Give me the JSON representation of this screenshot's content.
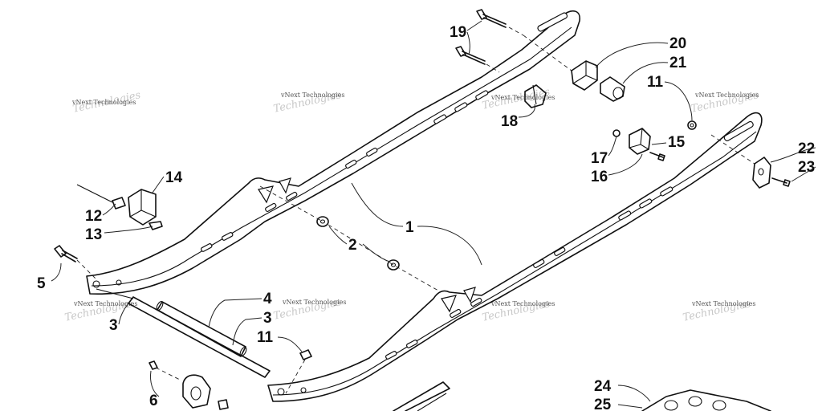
{
  "callouts": {
    "c1": "1",
    "c2": "2",
    "c3a": "3",
    "c3b": "3",
    "c4": "4",
    "c5": "5",
    "c6": "6",
    "c11a": "11",
    "c11b": "11",
    "c12": "12",
    "c13": "13",
    "c14": "14",
    "c15": "15",
    "c16": "16",
    "c17": "17",
    "c18": "18",
    "c19": "19",
    "c20": "20",
    "c21": "21",
    "c22": "22",
    "c23": "23",
    "c24": "24",
    "c25": "25"
  },
  "watermark": {
    "brand": "vNext Technologies"
  }
}
